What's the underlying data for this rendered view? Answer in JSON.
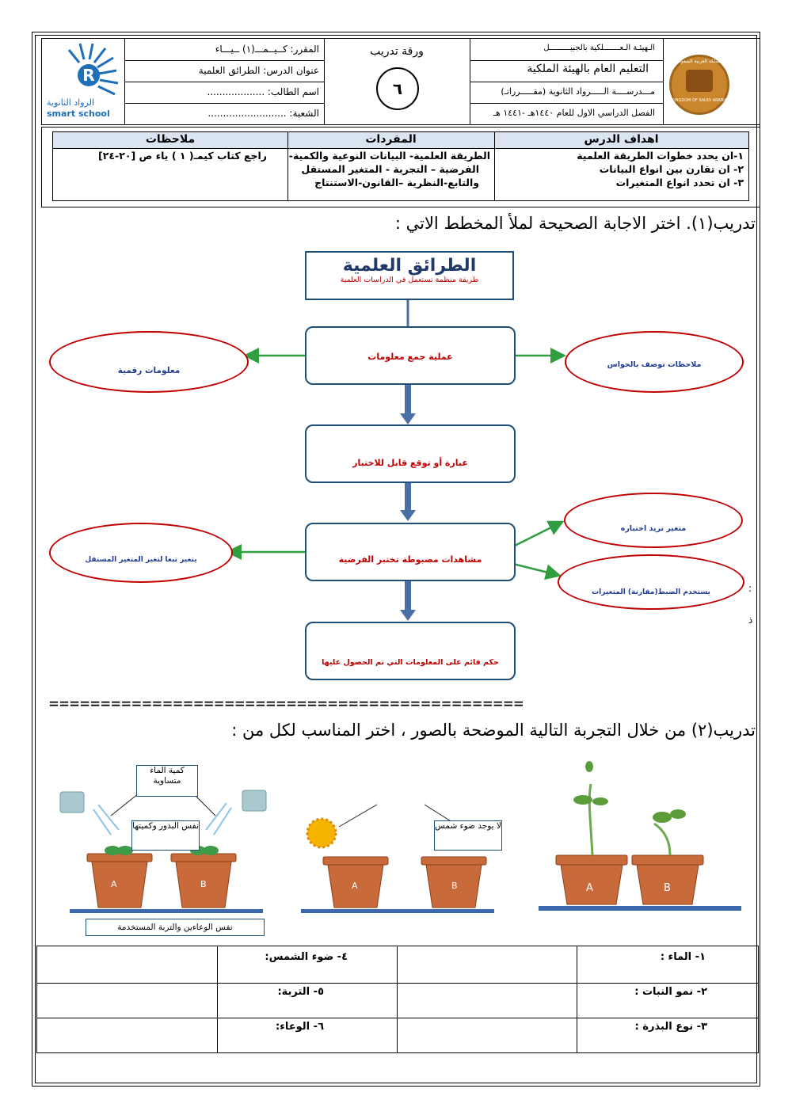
{
  "header": {
    "authority_line": "الـهيئـة الـعـــــــلكية بالجبيـــــــــل",
    "authority_title": "التعليم العام بالهيئة الملكية",
    "school_name": "مـــدرســــة الـــــرواد الثانوية (مقـــــرراتـ)",
    "term": "الفصل الدراسي الاول للعام ١٤٤٠هـ -١٤٤١ هـ",
    "sheet_title": "ورقة تدريب",
    "sheet_number": "٦",
    "course": "المقرر: كــيــمـــ(١) ــيـــاء",
    "lesson": "عنوان الدرس: الطرائق العلمية",
    "student": "اسم الطالب: ...................",
    "section": "الشعبة: ..........................",
    "right_logo_text": "KINGDOM OF SAUDI ARABIA",
    "right_logo_arabic": "المملكة العربية السعودية",
    "left_logo_name": "الرواد الثانوية",
    "left_logo_sub": "smart school",
    "left_logo_letter": "R"
  },
  "objectives_table": {
    "head_goals": "اهداف الدرس",
    "head_vocab": "المفردات",
    "head_notes": "ملاحظات",
    "goals": [
      "١-ان يحدد خطوات الطريقة العلمية",
      "٢- ان تقارن بين انواع البيانات",
      "٣- ان تحدد انواع المتغيرات"
    ],
    "vocab": [
      "الطريقة العلمية- البيانات النوعية والكمية-",
      "الفرضية – التجربة - المتغير المستقل",
      "والتابع-النظرية –القانون-الاستنتاج"
    ],
    "notes": "راجع كتاب كيمـ( ١ ) ياء ص [٢٠-٢٤]"
  },
  "exercise1": {
    "title": "تدريب(١). اختر الاجابة الصحيحة لملأ المخطط الاتي :",
    "main_title": "الطرائق العلمية",
    "main_sub": "طريقة منظمة تستعمل في الدراسات العلمية",
    "step1": "عملية جمع معلومات",
    "step2": "عبارة أو توقع قابل للاختبار",
    "step3": "مشاهدات مضبوطة تختبر الفرضية",
    "step4": "حكم قائم على المعلومات التي تم الحصول عليها",
    "left1": "معلومات رقمية",
    "right1": "ملاحظات توصف بالحواس",
    "left3": "يتغير تبعا لتغير المتغير المستقل",
    "right3a": "متغير تريد اختباره",
    "right3b": "يستخدم الضبط(مقارنة) المتغيرات",
    "stray1": ":",
    "stray2": "ذ"
  },
  "separator": "==============================================",
  "exercise2": {
    "title": "تدريب(٢) من خلال التجربة التالية الموضحة بالصور ، اختر المناسب لكل من :",
    "callout_water": "كمية الماء متساوية",
    "callout_seeds": "نفس البذور وكميتها",
    "callout_pots": "نفس الوعاءين والتربة المستخدمة",
    "callout_nosun": "لا يوجد ضوء شمس",
    "pot_a": "A",
    "pot_b": "B"
  },
  "answers": {
    "r1c1": "١- الماء :",
    "r2c1": "٢- نمو النبات :",
    "r3c1": "٣- نوع البذرة :",
    "r1c2": "٤- ضوء الشمس:",
    "r2c2": "٥- التربة:",
    "r3c2": "٦- الوعاء:"
  },
  "colors": {
    "box_border": "#1f4e79",
    "ellipse_border": "#c00000",
    "red_text": "#c00000",
    "blue_text": "#1f3a93",
    "green_arrow": "#2e9e3f",
    "down_arrow": "#4a6fa5",
    "table_head": "#dbe5f1"
  }
}
